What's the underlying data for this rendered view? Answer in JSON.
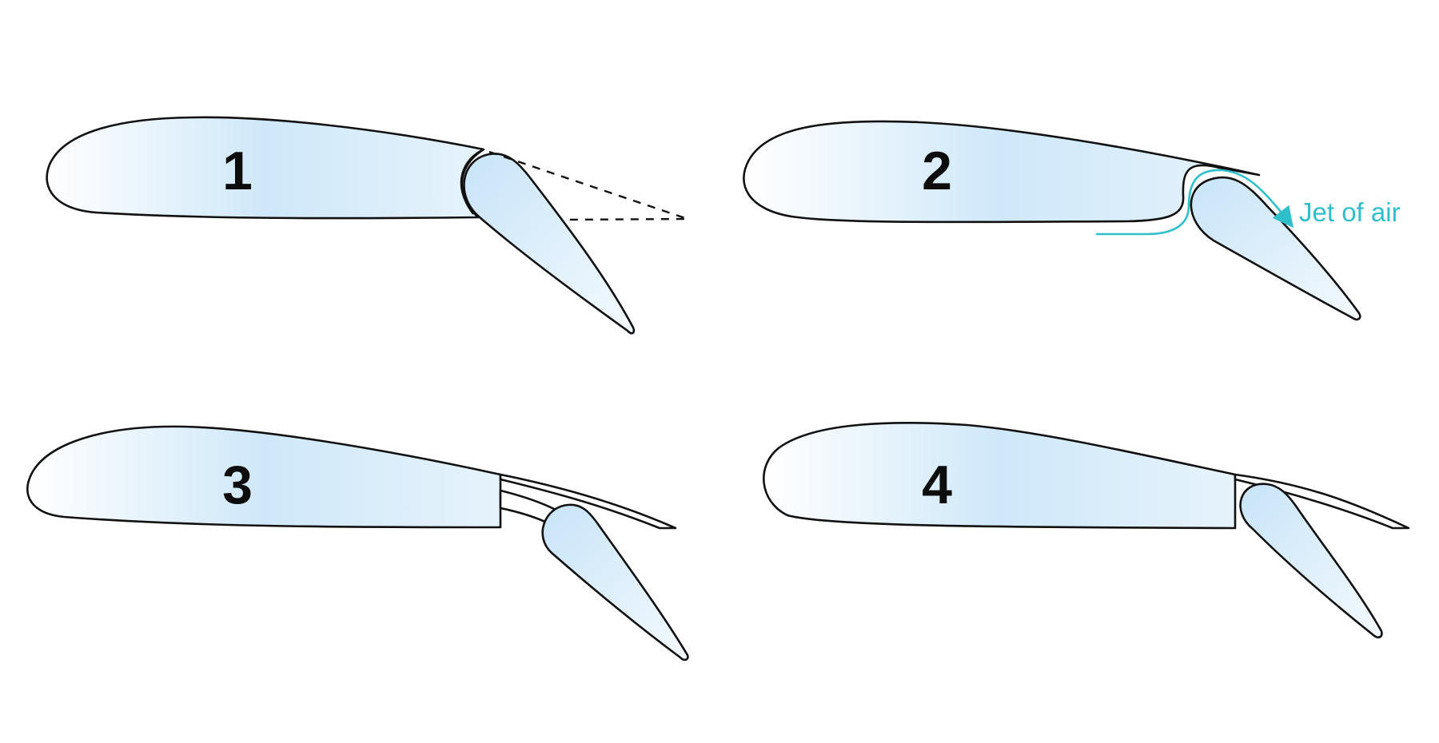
{
  "panels": [
    {
      "number": "1"
    },
    {
      "number": "2",
      "annotation": "Jet of air"
    },
    {
      "number": "3"
    },
    {
      "number": "4"
    }
  ],
  "colors": {
    "outline": "#111111",
    "fill_light": "#ffffff",
    "fill_blue": "#cfe8f9",
    "air_jet": "#2ebfcb"
  }
}
